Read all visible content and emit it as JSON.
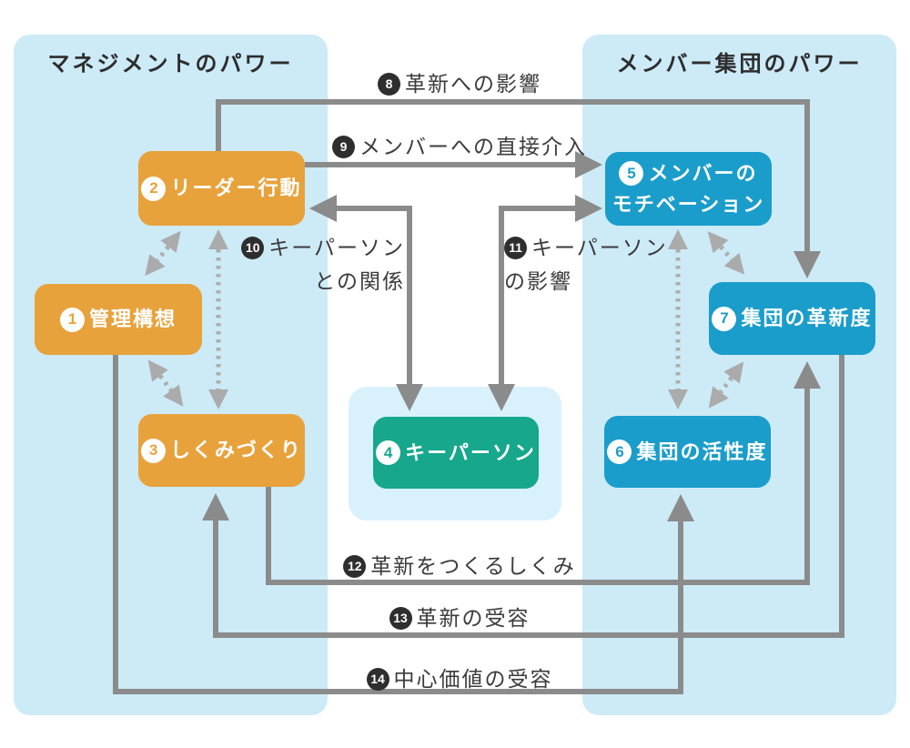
{
  "panels": {
    "management": {
      "title": "マネジメントのパワー"
    },
    "members": {
      "title": "メンバー集団のパワー"
    }
  },
  "boxes": {
    "b1": {
      "num": "1",
      "label": "管理構想"
    },
    "b2": {
      "num": "2",
      "label": "リーダー行動"
    },
    "b3": {
      "num": "3",
      "label": "しくみづくり"
    },
    "b4": {
      "num": "4",
      "label": "キーパーソン"
    },
    "b5": {
      "num": "5",
      "line1": "メンバーの",
      "line2": "モチベーション"
    },
    "b6": {
      "num": "6",
      "label": "集団の活性度"
    },
    "b7": {
      "num": "7",
      "label": "集団の革新度"
    }
  },
  "links": {
    "a8": {
      "num": "8",
      "label": "革新への影響"
    },
    "a9": {
      "num": "9",
      "label": "メンバーへの直接介入"
    },
    "a10": {
      "num": "10",
      "line1": "キーパーソン",
      "line2": "との関係"
    },
    "a11": {
      "num": "11",
      "line1": "キーパーソン",
      "line2": "の影響"
    },
    "a12": {
      "num": "12",
      "label": "革新をつくるしくみ"
    },
    "a13": {
      "num": "13",
      "label": "革新の受容"
    },
    "a14": {
      "num": "14",
      "label": "中心価値の受容"
    }
  },
  "colors": {
    "orange": "#e8a23c",
    "blue": "#1a9dca",
    "teal": "#16a78c",
    "panel": "#cdeaf7",
    "subpanel": "#d9f1fb",
    "arrow": "#8b8b8b",
    "dotted": "#adadad",
    "dotted_head": "#ababab",
    "ink": "#3b3b3b",
    "badge_dark": "#2e2e2e",
    "title_ink": "#2d2d2d"
  }
}
